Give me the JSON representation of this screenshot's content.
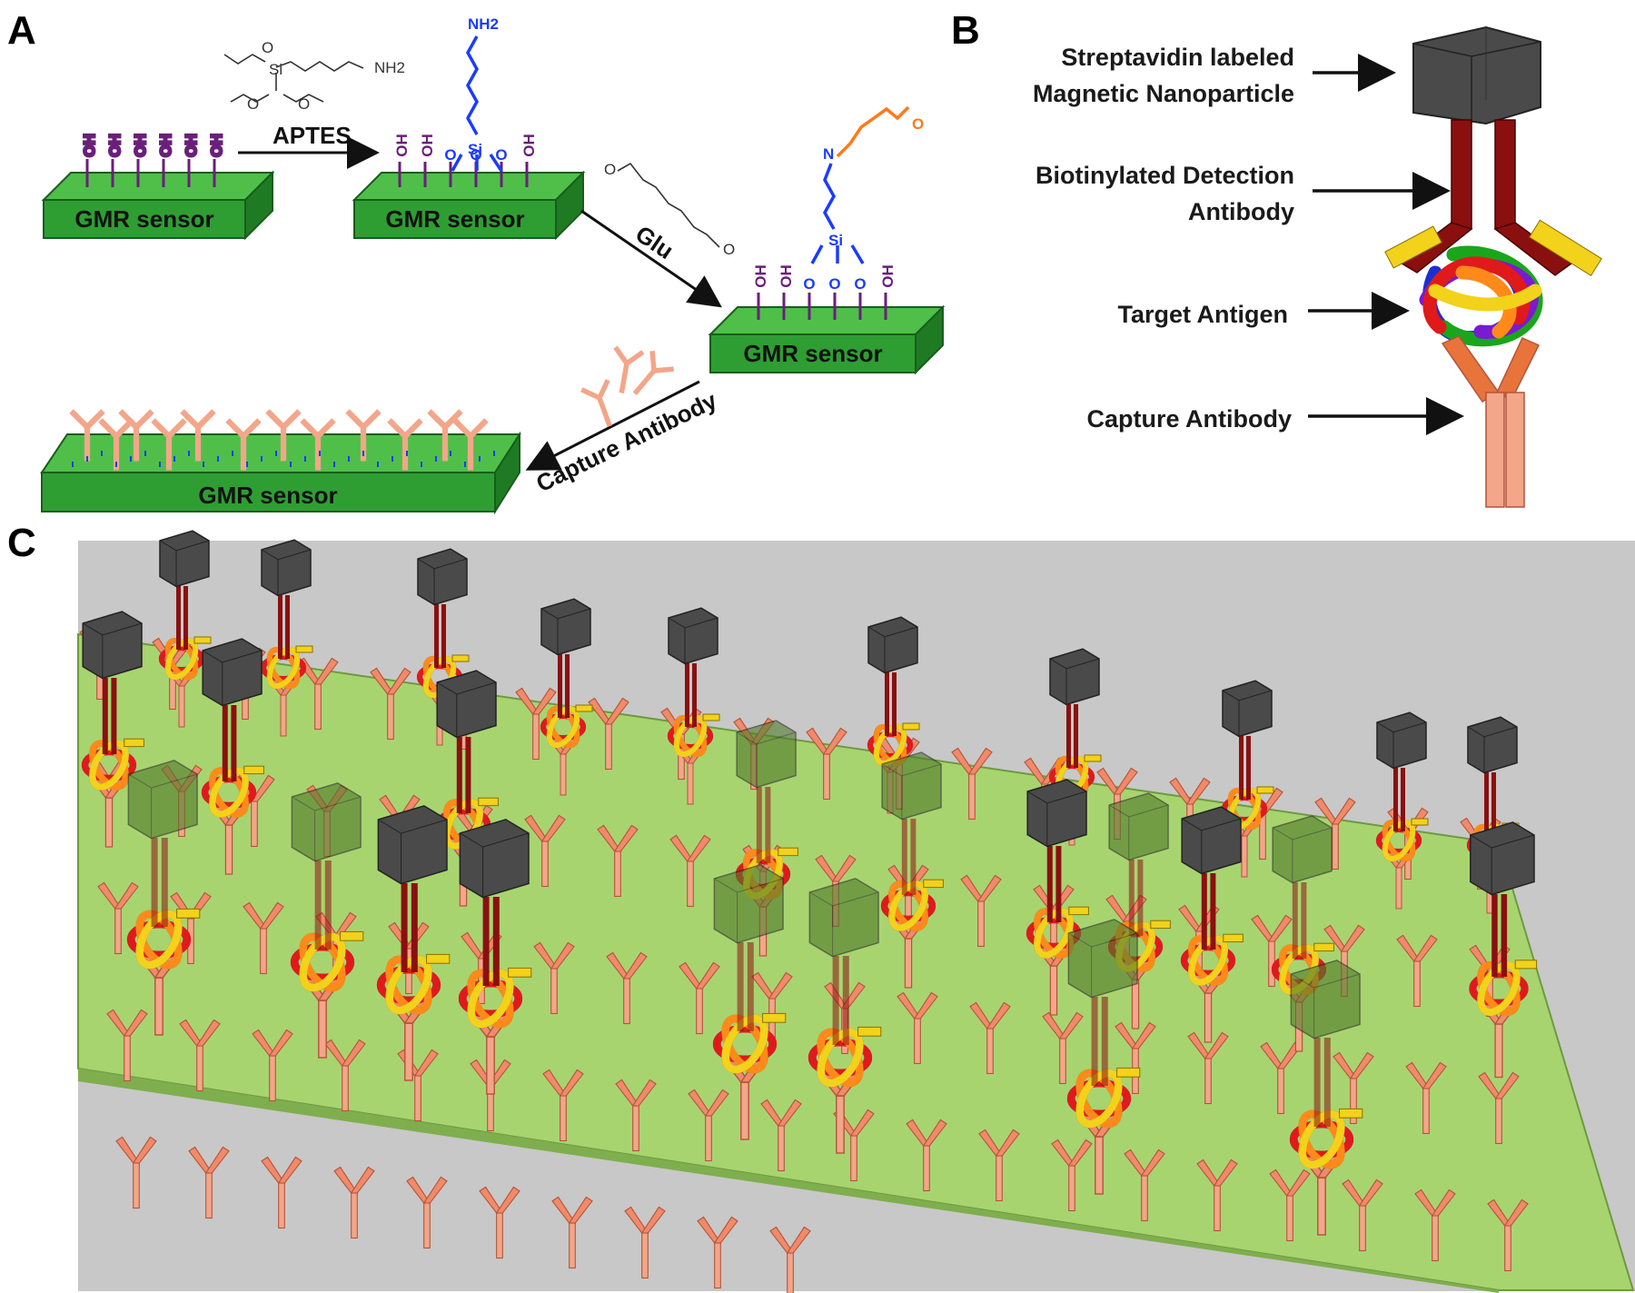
{
  "panels": {
    "a": {
      "letter": "A",
      "sensor_label": "GMR sensor",
      "steps": {
        "aptes": "APTES",
        "glu": "Glu",
        "capture": "Capture Antibody"
      },
      "chem": {
        "oh": "OH",
        "o": "O",
        "si": "Si",
        "nh2": "NH2",
        "n": "N"
      }
    },
    "b": {
      "letter": "B",
      "labels": {
        "nanoparticle_line1": "Streptavidin labeled",
        "nanoparticle_line2": "Magnetic Nanoparticle",
        "detection_line1": "Biotinylated Detection",
        "detection_line2": "Antibody",
        "antigen": "Target Antigen",
        "capture": "Capture Antibody"
      }
    },
    "c": {
      "letter": "C"
    }
  },
  "colors": {
    "sensor_green": "#2e9e33",
    "surface_green": "#a8d470",
    "oh_purple": "#6a1f7a",
    "aptes_blue": "#1a3cff",
    "glu_orange": "#ff7a1a",
    "capture_antibody": "#f3a689",
    "detection_antibody": "#8a1010",
    "nanoparticle": "#444444",
    "background_gray": "#c8c8c8"
  }
}
